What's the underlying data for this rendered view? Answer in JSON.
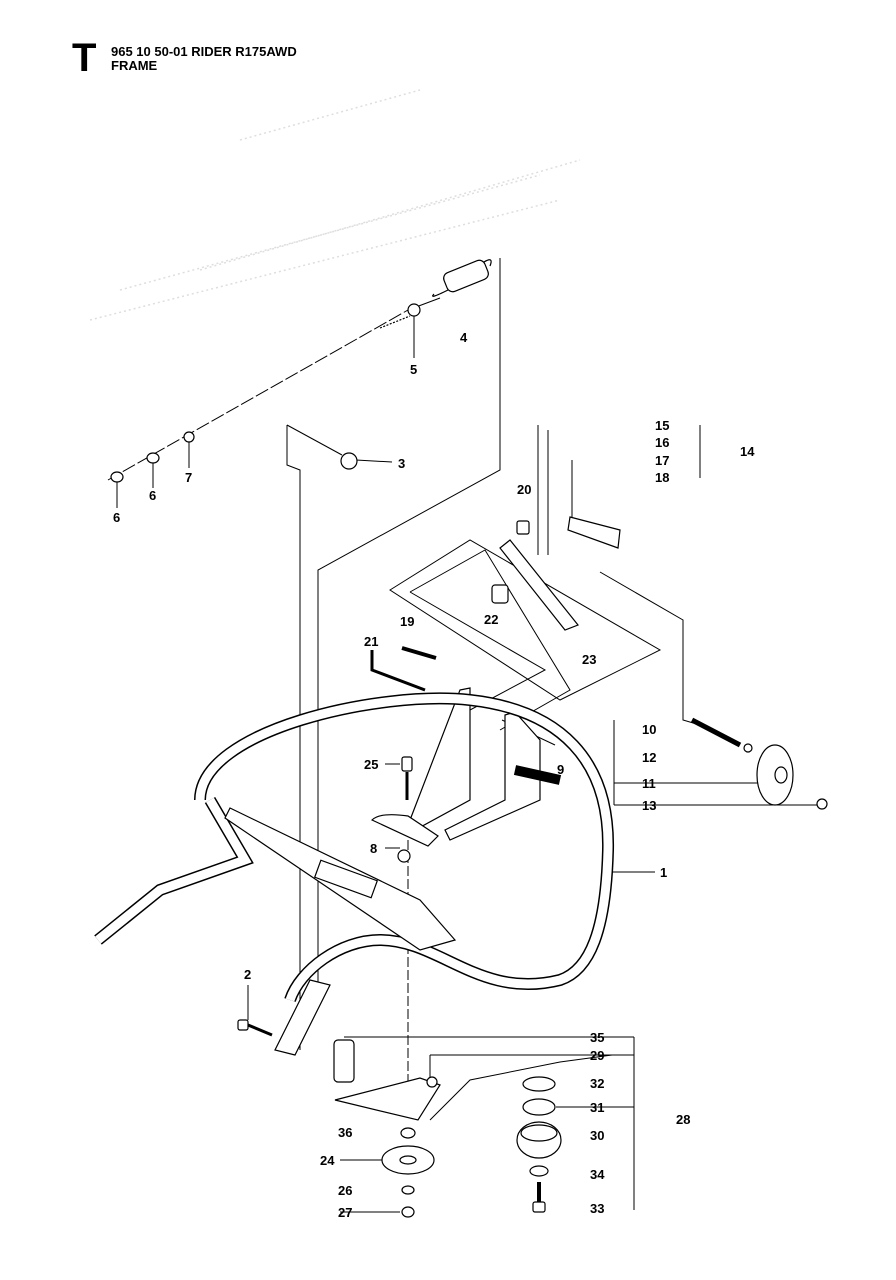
{
  "header": {
    "section_letter": "T",
    "model_line": "965 10 50-01 RIDER R175AWD",
    "group_title": "FRAME"
  },
  "diagram": {
    "part_labels": [
      "1",
      "2",
      "3",
      "4",
      "5",
      "6",
      "6",
      "7",
      "8",
      "9",
      "10",
      "11",
      "12",
      "13",
      "14",
      "15",
      "16",
      "17",
      "18",
      "19",
      "20",
      "21",
      "22",
      "23",
      "24",
      "25",
      "26",
      "27",
      "28",
      "29",
      "30",
      "31",
      "32",
      "33",
      "34",
      "35",
      "36"
    ]
  }
}
